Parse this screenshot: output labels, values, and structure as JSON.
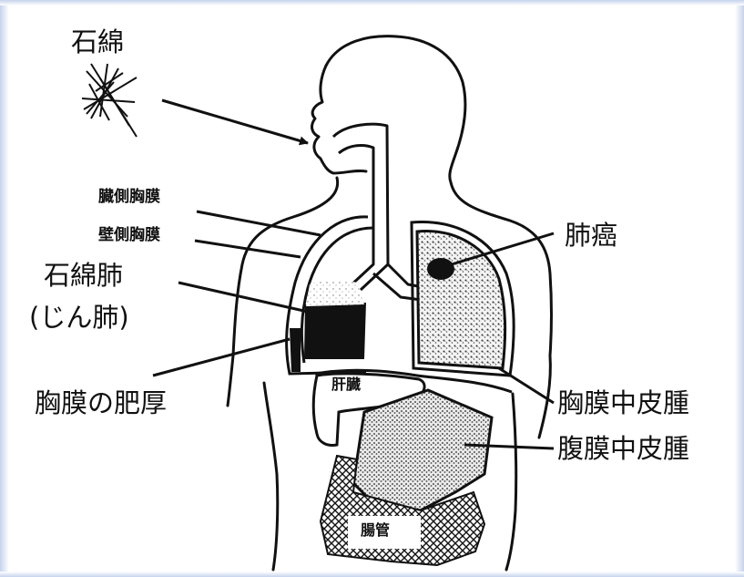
{
  "labels": {
    "asbestos": "石綿",
    "visceral_pleura": "臓側胸膜",
    "parietal_pleura": "壁側胸膜",
    "asbestosis": "石綿肺",
    "pneumoconiosis": "(じん肺)",
    "pleural_thickening": "胸膜の肥厚",
    "lung_cancer": "肺癌",
    "pleural_mesothelioma": "胸膜中皮腫",
    "peritoneal_mesothelioma": "腹膜中皮腫",
    "liver": "肝臓",
    "intestine": "腸管"
  },
  "colors": {
    "line": "#111111",
    "background": "#ffffff",
    "edge": "#c5d3ec"
  }
}
